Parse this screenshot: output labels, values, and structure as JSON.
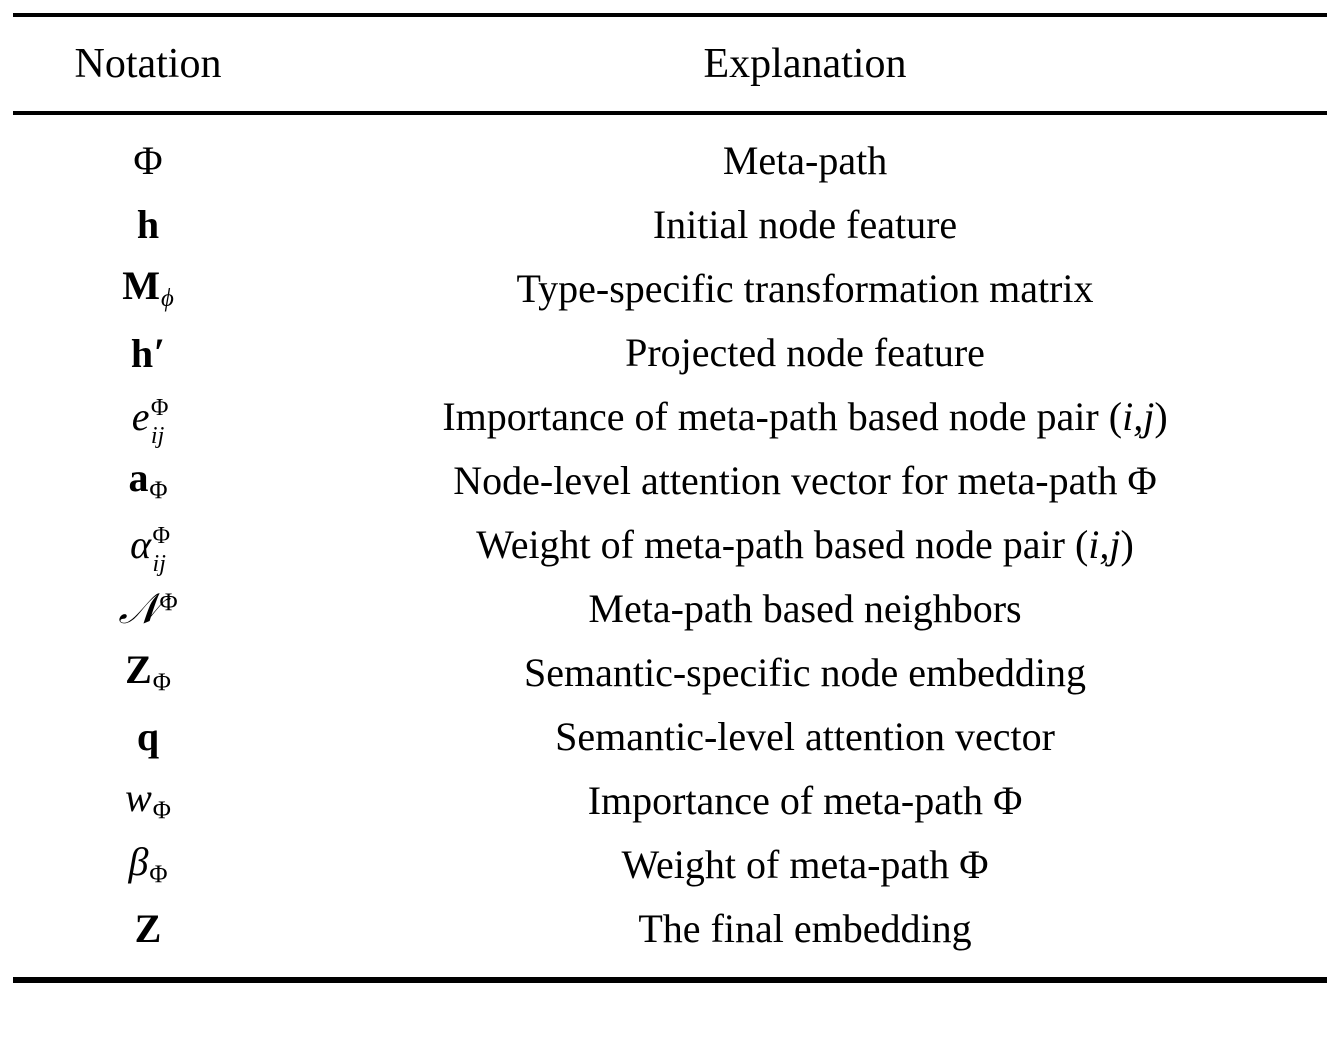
{
  "table": {
    "headers": {
      "notation": "Notation",
      "explanation": "Explanation"
    },
    "rows": [
      {
        "notation_text": "Φ",
        "explanation": "Meta-path"
      },
      {
        "notation_text": "h",
        "explanation": "Initial node feature"
      },
      {
        "notation_text": "Mϕ",
        "explanation": "Type-specific transformation matrix"
      },
      {
        "notation_text": "h′",
        "explanation": "Projected node feature"
      },
      {
        "notation_text": "eΦij",
        "explanation": "Importance of meta-path based node pair (i,j)"
      },
      {
        "notation_text": "aΦ",
        "explanation": "Node-level attention vector for meta-path Φ"
      },
      {
        "notation_text": "αΦij",
        "explanation": "Weight of meta-path based node pair (i,j)"
      },
      {
        "notation_text": "𝒩Φ",
        "explanation": "Meta-path based neighbors"
      },
      {
        "notation_text": "ZΦ",
        "explanation": "Semantic-specific node embedding"
      },
      {
        "notation_text": "q",
        "explanation": "Semantic-level attention vector"
      },
      {
        "notation_text": "wΦ",
        "explanation": "Importance of meta-path Φ"
      },
      {
        "notation_text": "βΦ",
        "explanation": "Weight of meta-path Φ"
      },
      {
        "notation_text": "Z",
        "explanation": "The final embedding"
      }
    ],
    "symbols": {
      "phi_capital": "Φ",
      "phi_small": "ϕ",
      "alpha": "α",
      "beta": "β",
      "script_n": "𝒩",
      "prime": "′",
      "index_i": "i",
      "index_j": "j",
      "bold_h": "h",
      "bold_M": "M",
      "bold_a": "a",
      "bold_q": "q",
      "bold_Z": "Z",
      "italic_e": "e",
      "italic_w": "w",
      "pair_open": "(",
      "pair_comma": ",",
      "pair_close": ")"
    },
    "explanations_parts": {
      "row5_prefix": "Importance of meta-path based node pair ",
      "row7_prefix": "Weight of meta-path based node pair ",
      "row6_text": "Node-level attention vector for meta-path ",
      "row11_text": "Importance of meta-path ",
      "row12_text": "Weight of meta-path "
    },
    "colors": {
      "text": "#000000",
      "rule": "#000000",
      "background": "#ffffff"
    }
  }
}
